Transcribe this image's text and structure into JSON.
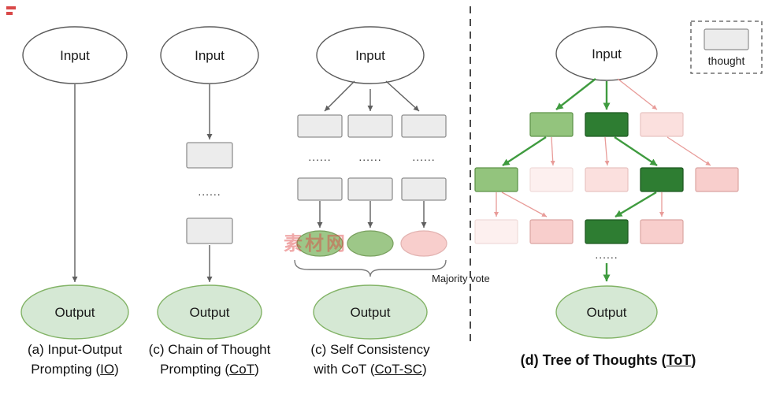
{
  "figure": {
    "title": "Prompting strategies comparison figure"
  },
  "colors": {
    "box_gray": "#ececec",
    "box_gray_stroke": "#8f8f8f",
    "output_green": "#d5e8d4",
    "output_green_stroke": "#82b366",
    "node_green": "#93c47d",
    "node_dark_green": "#2e7d32",
    "node_pink": "#f8cecc",
    "arrow_green": "#3f9b3f",
    "arrow_pink": "#e89b98",
    "arrow_gray": "#5f5f5f"
  },
  "icons": {
    "corner_watermark": "red-watermark-mark"
  },
  "watermark": {
    "text": "素材网"
  },
  "legend": {
    "label": "thought"
  },
  "labels": {
    "dots": "......",
    "majority_vote": "Majority vote"
  },
  "panels": {
    "io": {
      "input": "Input",
      "output": "Output",
      "caption": {
        "line1": "(a) Input-Output",
        "line2_prefix": "Prompting (",
        "line2_underline": "IO",
        "line2_suffix": ")"
      }
    },
    "cot": {
      "input": "Input",
      "output": "Output",
      "caption": {
        "line1": "(c) Chain of Thought",
        "line2_prefix": "Prompting (",
        "line2_underline": "CoT",
        "line2_suffix": ")"
      }
    },
    "cotsc": {
      "input": "Input",
      "output": "Output",
      "caption": {
        "line1": "(c) Self Consistency",
        "line2_prefix": "with CoT (",
        "line2_underline": "CoT-SC",
        "line2_suffix": ")"
      }
    },
    "tot": {
      "input": "Input",
      "output": "Output",
      "caption": {
        "prefix": "(d) Tree of Thoughts (",
        "underline": "ToT",
        "suffix": ")"
      }
    }
  }
}
